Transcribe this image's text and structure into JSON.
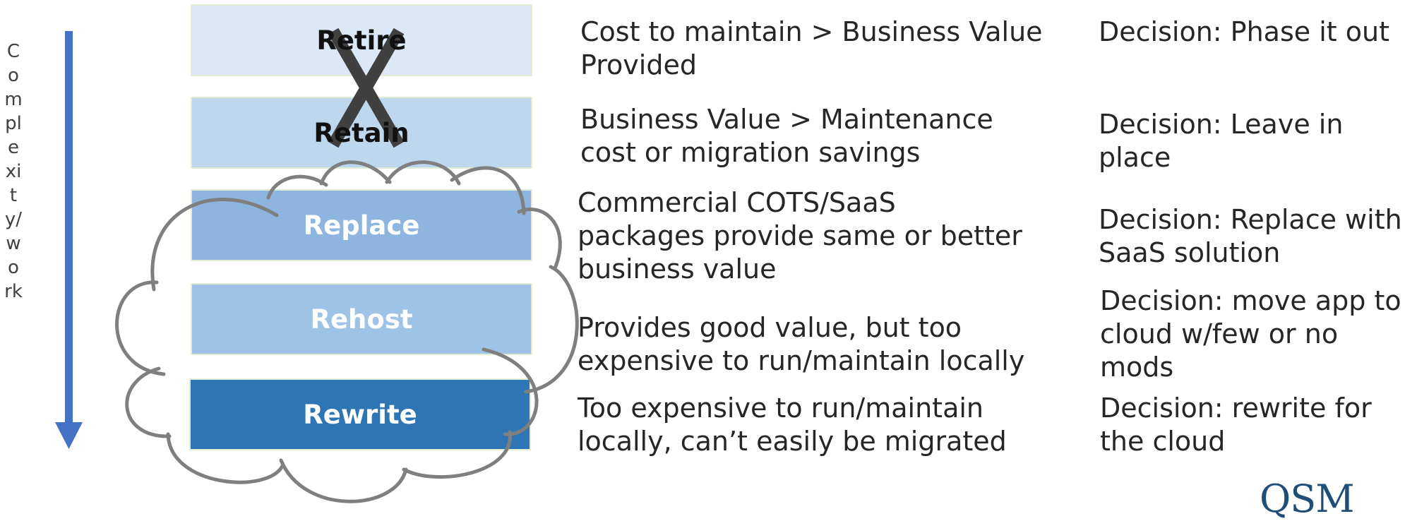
{
  "axis": {
    "label": "Complexity/work"
  },
  "boxes": {
    "retire": "Retire",
    "retain": "Retain",
    "replace": "Replace",
    "rehost": "Rehost",
    "rewrite": "Rewrite"
  },
  "conditions": [
    "Cost to maintain > Business Value\nProvided",
    "Business Value > Maintenance\ncost or migration savings",
    "Commercial COTS/SaaS\npackages provide same or better\nbusiness value",
    "Provides good value, but too\nexpensive to run/maintain locally",
    "Too expensive to run/maintain\nlocally, can’t easily be migrated"
  ],
  "decisions": [
    "Decision: Phase it out",
    "Decision: Leave in\nplace",
    "Decision: Replace with\nSaaS solution",
    "Decision: move app to\ncloud w/few or no\nmods",
    "Decision: rewrite for\nthe cloud"
  ],
  "logo": {
    "text": "QSM"
  },
  "colors": {
    "arrow": "#4472c4",
    "retire": "#dce8f5",
    "retain": "#bdd7ee",
    "replace": "#8db5df",
    "rehost": "#9fc3e6",
    "rewrite": "#2e75b6",
    "cloud_outline": "#7f7f7f",
    "x_mark": "#404040"
  },
  "icons": [
    "down-arrow",
    "cloud-outline",
    "x-mark"
  ]
}
